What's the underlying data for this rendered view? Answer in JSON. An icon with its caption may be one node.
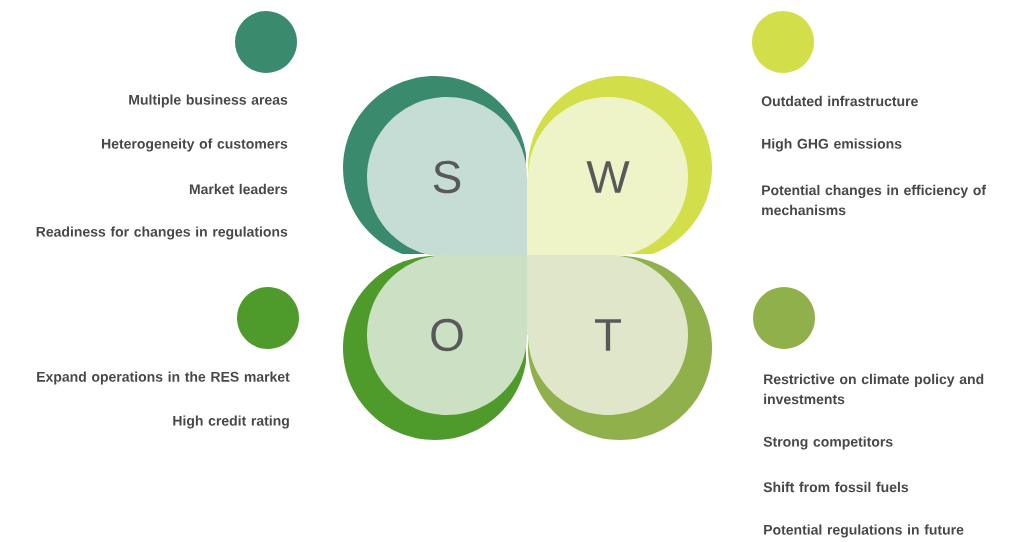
{
  "diagram": {
    "nodes": [
      {
        "text": [
          "S"
        ]
      },
      {
        "text": [
          "W"
        ]
      },
      {
        "text": [
          "O"
        ]
      },
      {
        "text": [
          "T"
        ]
      }
    ],
    "labels": [
      "Multiple business areas",
      "Heterogeneity of customers",
      "Market leaders",
      "Readiness for changes in regulations",
      "Outdated infrastructure",
      "High GHG emissions",
      "Potential changes in efficiency of mechanisms",
      "Expand operations in the RES market",
      "High credit rating",
      "Restrictive on climate policy and investments",
      "Strong competitors",
      "Shift from fossil fuels",
      "Potential regulations in future"
    ]
  }
}
